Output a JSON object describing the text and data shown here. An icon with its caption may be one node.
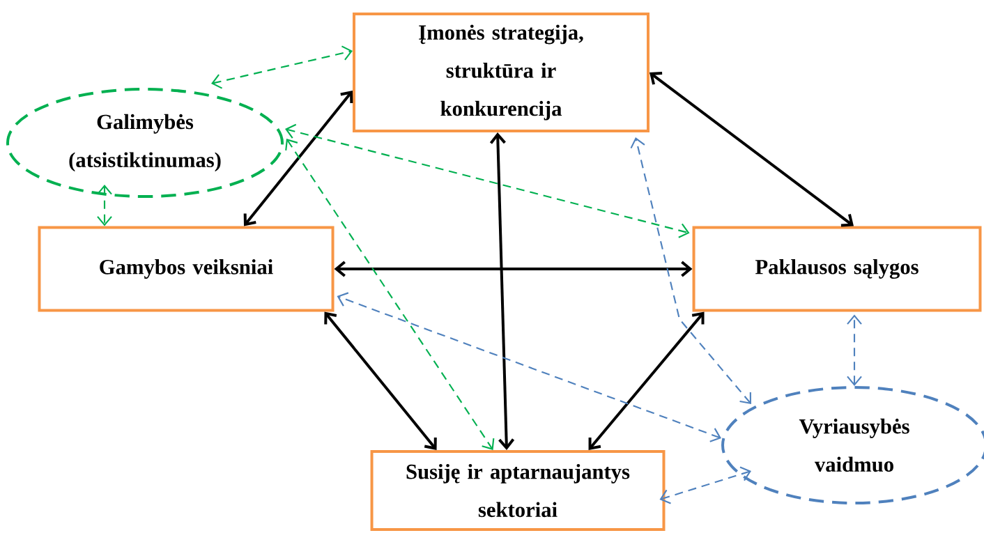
{
  "diagram": {
    "nodes": [
      {
        "text": [
          "Įmonės strategija, struktūra ir konkurencija"
        ]
      },
      {
        "text": [
          "Galimybės (atsistiktinumas)"
        ]
      },
      {
        "text": [
          "Gamybos veiksniai"
        ]
      },
      {
        "text": [
          "Paklausos sąlygos"
        ]
      },
      {
        "text": [
          "Vyriausybės vaidmuo"
        ]
      },
      {
        "text": [
          "Susiję ir aptarnaujantys sektoriai"
        ]
      }
    ],
    "edges": [
      {
        "from": 0,
        "to": 3,
        "arrow": "both"
      },
      {
        "from": 0,
        "to": 2,
        "arrow": "both"
      },
      {
        "from": 0,
        "to": 5,
        "arrow": "both"
      },
      {
        "from": 2,
        "to": 3,
        "arrow": "both"
      },
      {
        "from": 2,
        "to": 5,
        "arrow": "both"
      },
      {
        "from": 3,
        "to": 5,
        "arrow": "both"
      },
      {
        "from": 1,
        "to": 0,
        "arrow": "both",
        "style": "dashed",
        "color": "#00b050"
      },
      {
        "from": 1,
        "to": 2,
        "arrow": "both",
        "style": "dashed",
        "color": "#00b050"
      },
      {
        "from": 1,
        "to": 3,
        "arrow": "both",
        "style": "dashed",
        "color": "#00b050"
      },
      {
        "from": 1,
        "to": 5,
        "arrow": "both",
        "style": "dashed",
        "color": "#00b050"
      },
      {
        "from": 4,
        "to": 0,
        "arrow": "both",
        "style": "dashed",
        "color": "#4f81bd"
      },
      {
        "from": 4,
        "to": 2,
        "arrow": "both",
        "style": "dashed",
        "color": "#4f81bd"
      },
      {
        "from": 4,
        "to": 3,
        "arrow": "both",
        "style": "dashed",
        "color": "#4f81bd"
      },
      {
        "from": 4,
        "to": 5,
        "arrow": "both",
        "style": "dashed",
        "color": "#4f81bd"
      }
    ]
  }
}
